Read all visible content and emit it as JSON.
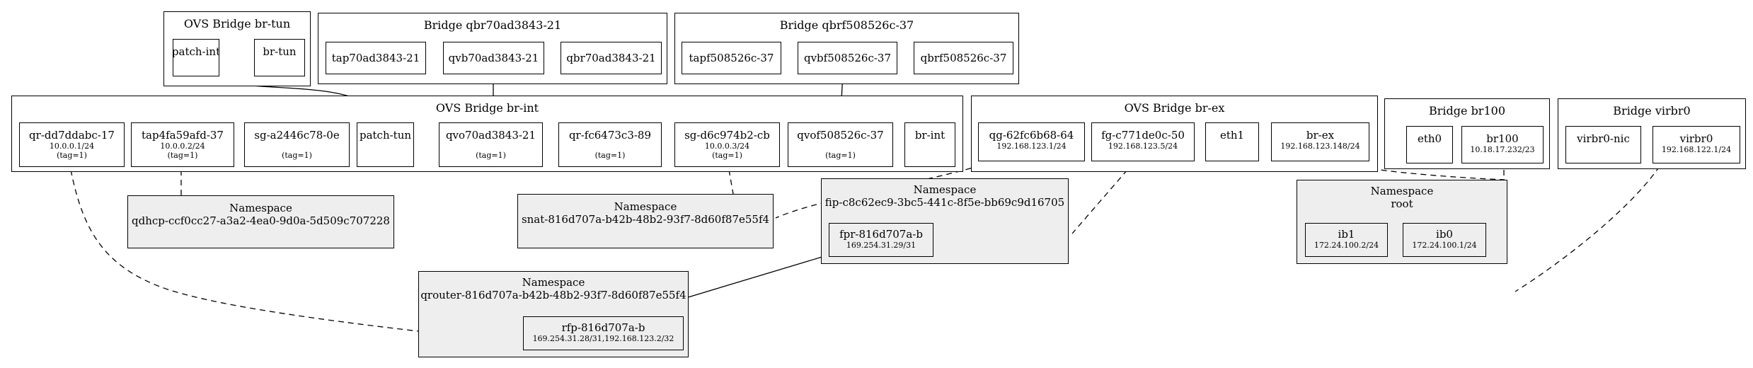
{
  "clusters": {
    "br_tun": {
      "title": "OVS Bridge br-tun"
    },
    "qbr70": {
      "title": "Bridge qbr70ad3843-21"
    },
    "qbrf5": {
      "title": "Bridge qbrf508526c-37"
    },
    "br_int": {
      "title": "OVS Bridge br-int"
    },
    "br_ex": {
      "title": "OVS Bridge br-ex"
    },
    "br100": {
      "title": "Bridge br100"
    },
    "virbr0": {
      "title": "Bridge virbr0"
    },
    "ns_qdhcp": {
      "title": "Namespace",
      "subtitle": "qdhcp-ccf0cc27-a3a2-4ea0-9d0a-5d509c707228"
    },
    "ns_snat": {
      "title": "Namespace",
      "subtitle": "snat-816d707a-b42b-48b2-93f7-8d60f87e55f4"
    },
    "ns_fip": {
      "title": "Namespace",
      "subtitle": "fip-c8c62ec9-3bc5-441c-8f5e-bb69c9d16705"
    },
    "ns_root": {
      "title": "Namespace",
      "subtitle": "root"
    },
    "ns_qrouter": {
      "title": "Namespace",
      "subtitle": "qrouter-816d707a-b42b-48b2-93f7-8d60f87e55f4"
    }
  },
  "nodes": {
    "patch_int": {
      "label": "patch-int"
    },
    "br_tun": {
      "label": "br-tun"
    },
    "tap70": {
      "label": "tap70ad3843-21"
    },
    "qvb70": {
      "label": "qvb70ad3843-21"
    },
    "qbr70": {
      "label": "qbr70ad3843-21"
    },
    "tapf5": {
      "label": "tapf508526c-37"
    },
    "qvbf5": {
      "label": "qvbf508526c-37"
    },
    "qbrf5": {
      "label": "qbrf508526c-37"
    },
    "qr_dd7": {
      "label": "qr-dd7ddabc-17",
      "ip": "10.0.0.1/24",
      "tag": "(tag=1)"
    },
    "tap4fa": {
      "label": "tap4fa59afd-37",
      "ip": "10.0.0.2/24",
      "tag": "(tag=1)"
    },
    "sg_a24": {
      "label": "sg-a2446c78-0e",
      "tag": "(tag=1)"
    },
    "patch_tun": {
      "label": "patch-tun"
    },
    "qvo70": {
      "label": "qvo70ad3843-21",
      "tag": "(tag=1)"
    },
    "qr_fc6": {
      "label": "qr-fc6473c3-89",
      "tag": "(tag=1)"
    },
    "sg_d6c": {
      "label": "sg-d6c974b2-cb",
      "ip": "10.0.0.3/24",
      "tag": "(tag=1)"
    },
    "qvof5": {
      "label": "qvof508526c-37",
      "tag": "(tag=1)"
    },
    "br_int": {
      "label": "br-int"
    },
    "qg_62f": {
      "label": "qg-62fc6b68-64",
      "ip": "192.168.123.1/24"
    },
    "fg_c77": {
      "label": "fg-c771de0c-50",
      "ip": "192.168.123.5/24"
    },
    "eth1": {
      "label": "eth1"
    },
    "br_ex": {
      "label": "br-ex",
      "ip": "192.168.123.148/24"
    },
    "eth0": {
      "label": "eth0"
    },
    "br100": {
      "label": "br100",
      "ip": "10.18.17.232/23"
    },
    "virbr0_nic": {
      "label": "virbr0-nic"
    },
    "virbr0": {
      "label": "virbr0",
      "ip": "192.168.122.1/24"
    },
    "fpr": {
      "label": "fpr-816d707a-b",
      "ip": "169.254.31.29/31"
    },
    "ib1": {
      "label": "ib1",
      "ip": "172.24.100.2/24"
    },
    "ib0": {
      "label": "ib0",
      "ip": "172.24.100.1/24"
    },
    "rfp": {
      "label": "rfp-816d707a-b",
      "ip": "169.254.31.28/31,192.168.123.2/32"
    }
  }
}
